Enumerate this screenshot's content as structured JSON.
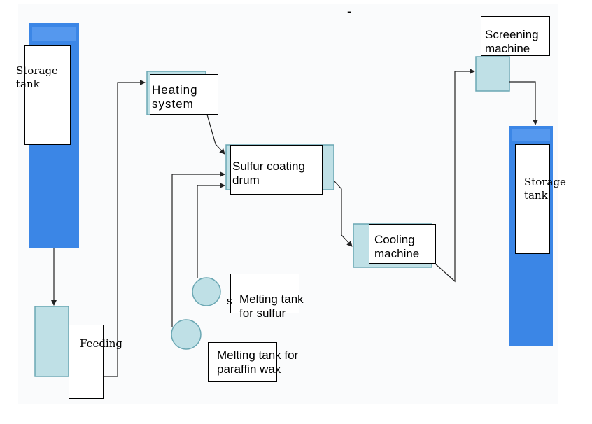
{
  "diagram": {
    "nodes": {
      "storage_tank_left": {
        "label": "Storage\ntank"
      },
      "feeding": {
        "label": "Feeding"
      },
      "heating_system": {
        "label": "Heating\nsystem"
      },
      "sulfur_coating_drum": {
        "label": "Sulfur coating\ndrum"
      },
      "melting_tank_sulfur": {
        "label": "Melting tank\nfor sulfur",
        "stray_char": "s"
      },
      "melting_tank_paraffin": {
        "label": "Melting tank for\nparaffin wax"
      },
      "cooling_machine": {
        "label": "Cooling\nmachine"
      },
      "screening_machine": {
        "label": "Screening\nmachine"
      },
      "storage_tank_right": {
        "label": "Storage\ntank"
      }
    },
    "stray_mark": "-",
    "edges": [
      {
        "from": "storage_tank_left",
        "to": "feeding"
      },
      {
        "from": "feeding",
        "to": "heating_system"
      },
      {
        "from": "heating_system",
        "to": "sulfur_coating_drum"
      },
      {
        "from": "melting_tank_paraffin",
        "to": "sulfur_coating_drum"
      },
      {
        "from": "melting_tank_sulfur",
        "to": "sulfur_coating_drum"
      },
      {
        "from": "sulfur_coating_drum",
        "to": "cooling_machine"
      },
      {
        "from": "cooling_machine",
        "to": "screening_machine"
      },
      {
        "from": "screening_machine",
        "to": "storage_tank_right"
      }
    ],
    "colors": {
      "tank_blue": "#3b86e6",
      "equipment_fill": "#bfe0e6",
      "equipment_stroke": "#6aa7b3",
      "line": "#222222"
    }
  }
}
